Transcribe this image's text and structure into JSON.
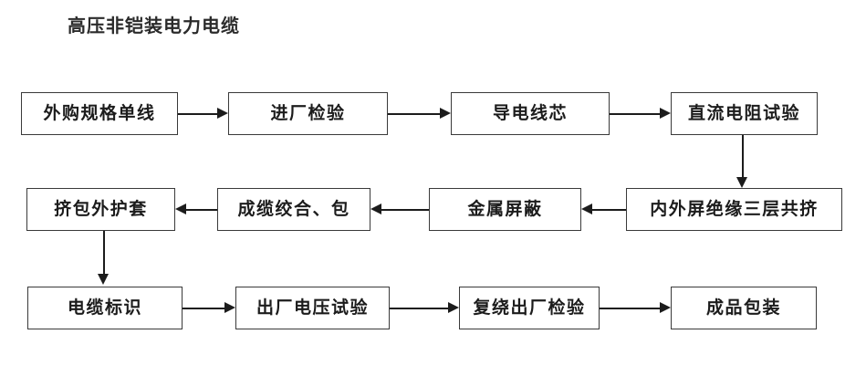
{
  "title": "高压非铠装电力电缆",
  "colors": {
    "background": "#ffffff",
    "box_border": "#3a3a3a",
    "text": "#1c1c1c",
    "connector": "#1c1c1c",
    "title_text": "#2b2b2b"
  },
  "flow": {
    "rows": [
      {
        "direction": "left-to-right",
        "nodes": [
          {
            "label": "外购规格单线"
          },
          {
            "label": "进厂检验"
          },
          {
            "label": "导电线芯"
          },
          {
            "label": "直流电阻试验"
          }
        ]
      },
      {
        "direction": "right-to-left",
        "nodes": [
          {
            "label": "挤包外护套"
          },
          {
            "label": "成缆绞合、包"
          },
          {
            "label": "金属屏蔽"
          },
          {
            "label": "内外屏绝缘三层共挤"
          }
        ]
      },
      {
        "direction": "left-to-right",
        "nodes": [
          {
            "label": "电缆标识"
          },
          {
            "label": "出厂电压试验"
          },
          {
            "label": "复绕出厂检验"
          },
          {
            "label": "成品包装"
          }
        ]
      }
    ],
    "connectors": [
      {
        "from": "外购规格单线",
        "to": "进厂检验",
        "kind": "arrow-right"
      },
      {
        "from": "进厂检验",
        "to": "导电线芯",
        "kind": "arrow-right"
      },
      {
        "from": "导电线芯",
        "to": "直流电阻试验",
        "kind": "arrow-right"
      },
      {
        "from": "直流电阻试验",
        "to": "内外屏绝缘三层共挤",
        "kind": "arrow-down"
      },
      {
        "from": "内外屏绝缘三层共挤",
        "to": "金属屏蔽",
        "kind": "arrow-left"
      },
      {
        "from": "金属屏蔽",
        "to": "成缆绞合、包",
        "kind": "arrow-left"
      },
      {
        "from": "成缆绞合、包",
        "to": "挤包外护套",
        "kind": "arrow-left"
      },
      {
        "from": "挤包外护套",
        "to": "电缆标识",
        "kind": "arrow-down"
      },
      {
        "from": "电缆标识",
        "to": "出厂电压试验",
        "kind": "arrow-right"
      },
      {
        "from": "出厂电压试验",
        "to": "复绕出厂检验",
        "kind": "arrow-right"
      },
      {
        "from": "复绕出厂检验",
        "to": "成品包装",
        "kind": "arrow-right"
      }
    ]
  }
}
